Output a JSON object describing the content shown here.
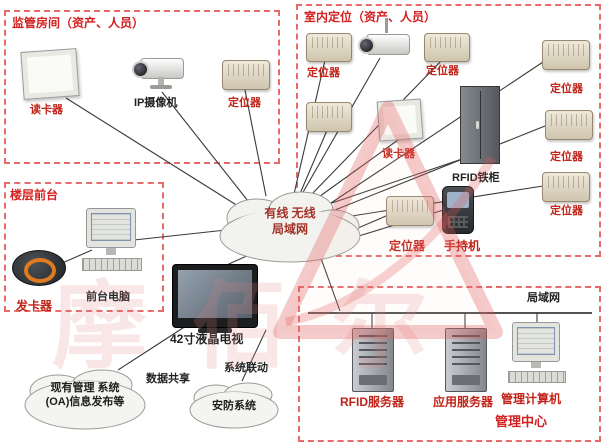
{
  "colors": {
    "box_title_red": "#d42020",
    "label_red": "#c22318",
    "label_dark": "#222222",
    "dashed_border_red": "#e86a6a",
    "issuer_ring_orange": "#e07a1f"
  },
  "watermark": {
    "text": "摩佰尔"
  },
  "cloud_lan": {
    "line1": "有线 无线",
    "line2": "局域网"
  },
  "cloud_oa": {
    "line1": "现有管理 系统",
    "line2": "(OA)信息发布等"
  },
  "cloud_security": {
    "label": "安防系统"
  },
  "links": {
    "data_share": "数据共享",
    "system_link": "系统联动"
  },
  "tv": {
    "label": "42寸液晶电视"
  },
  "boxes": {
    "room": {
      "title": "监管房间（资产、人员）",
      "reader": "读卡器",
      "camera": "IP摄像机",
      "locator": "定位器"
    },
    "indoor": {
      "title": "室内定位（资产、人员）",
      "locator_a": "定位器",
      "locator_b": "定位器",
      "locator_r1": "定位器",
      "locator_r2": "定位器",
      "locator_r3": "定位器",
      "reader": "读卡器",
      "cabinet": "RFID铁柜",
      "locator_bottom": "定位器",
      "handheld": "手持机"
    },
    "desk": {
      "title": "楼层前台",
      "issuer": "发卡器",
      "pc": "前台电脑"
    },
    "mgmt": {
      "title": "管理中心",
      "lan": "局域网",
      "rfid_server": "RFID服务器",
      "app_server": "应用服务器",
      "pc": "管理计算机"
    }
  }
}
